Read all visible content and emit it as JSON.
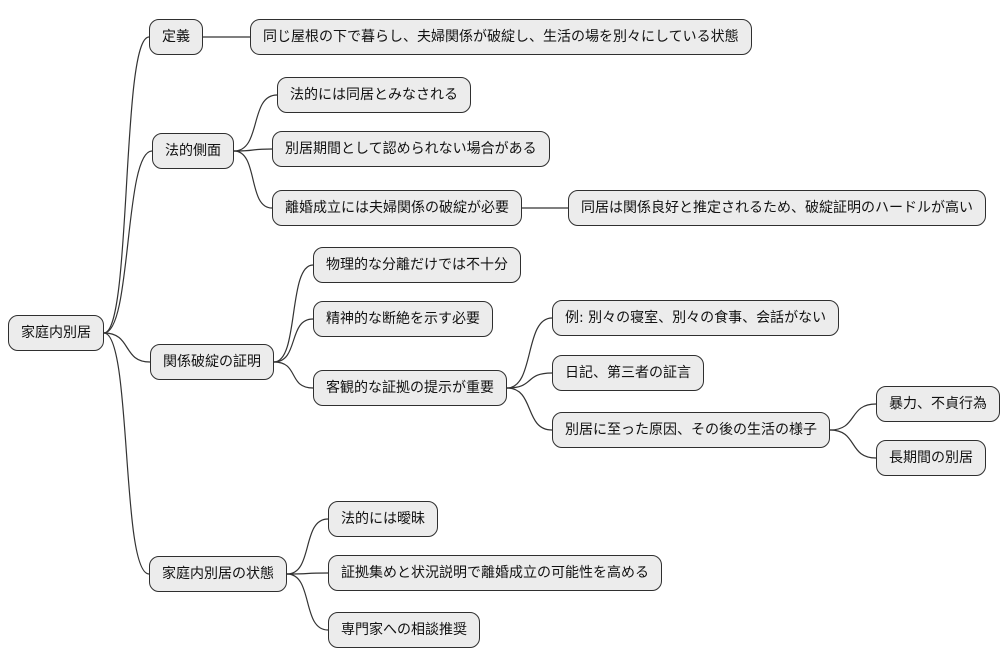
{
  "diagram": {
    "type": "mindmap",
    "title": "家庭内別居",
    "colors": {
      "background": "#ffffff",
      "node_fill": "#ececec",
      "node_border": "#2f2f2f",
      "edge": "#333333",
      "text": "#111111"
    },
    "root": {
      "label": "家庭内別居"
    },
    "branches": [
      {
        "label": "定義",
        "children": [
          {
            "label": "同じ屋根の下で暮らし、夫婦関係が破綻し、生活の場を別々にしている状態"
          }
        ]
      },
      {
        "label": "法的側面",
        "children": [
          {
            "label": "法的には同居とみなされる"
          },
          {
            "label": "別居期間として認められない場合がある"
          },
          {
            "label": "離婚成立には夫婦関係の破綻が必要",
            "children": [
              {
                "label": "同居は関係良好と推定されるため、破綻証明のハードルが高い"
              }
            ]
          }
        ]
      },
      {
        "label": "関係破綻の証明",
        "children": [
          {
            "label": "物理的な分離だけでは不十分"
          },
          {
            "label": "精神的な断絶を示す必要"
          },
          {
            "label": "客観的な証拠の提示が重要",
            "children": [
              {
                "label": "例: 別々の寝室、別々の食事、会話がない"
              },
              {
                "label": "日記、第三者の証言"
              },
              {
                "label": "別居に至った原因、その後の生活の様子",
                "children": [
                  {
                    "label": "暴力、不貞行為"
                  },
                  {
                    "label": "長期間の別居"
                  }
                ]
              }
            ]
          }
        ]
      },
      {
        "label": "家庭内別居の状態",
        "children": [
          {
            "label": "法的には曖昧"
          },
          {
            "label": "証拠集めと状況説明で離婚成立の可能性を高める"
          },
          {
            "label": "専門家への相談推奨"
          }
        ]
      }
    ]
  }
}
